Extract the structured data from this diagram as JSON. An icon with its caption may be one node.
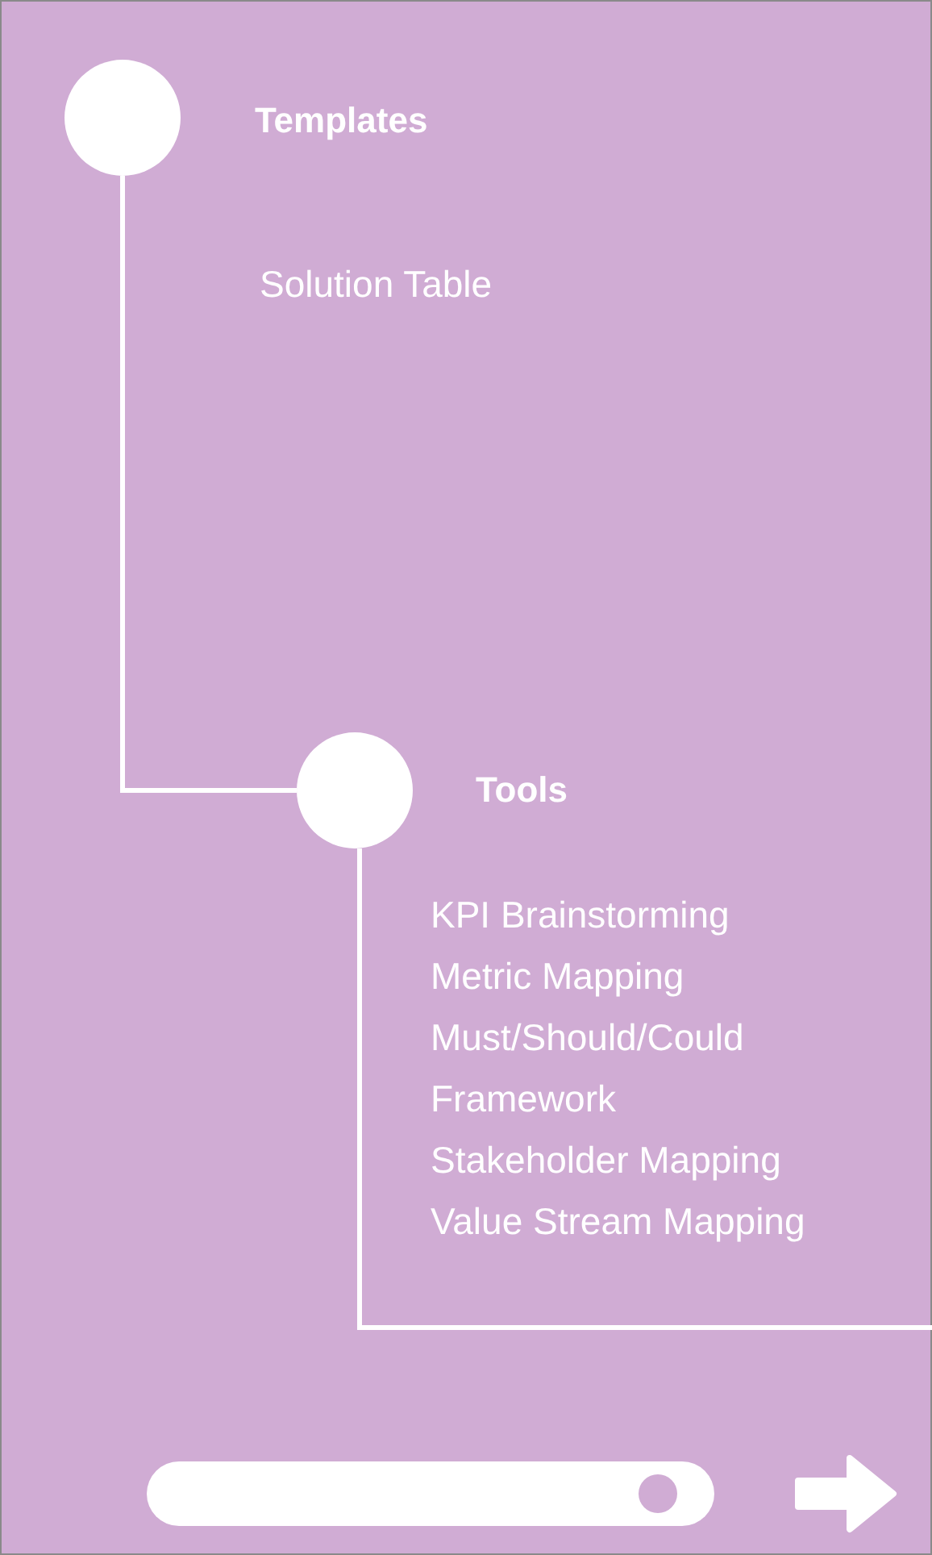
{
  "diagram": {
    "nodes": [
      {
        "text": [],
        "shape": "circle",
        "beside": [
          "Templates",
          "Solution Table"
        ]
      },
      {
        "text": [],
        "shape": "circle",
        "beside": [
          "Tools",
          "KPI Brainstorming",
          "Metric Mapping",
          "Must/Should/Could Framework",
          "Stakeholder Mapping",
          "Value Stream Mapping"
        ]
      }
    ],
    "edges": [
      {
        "from": 0,
        "to": 1,
        "arrow": "none"
      },
      {
        "from": 1,
        "to": null,
        "arrow": "none"
      }
    ]
  }
}
